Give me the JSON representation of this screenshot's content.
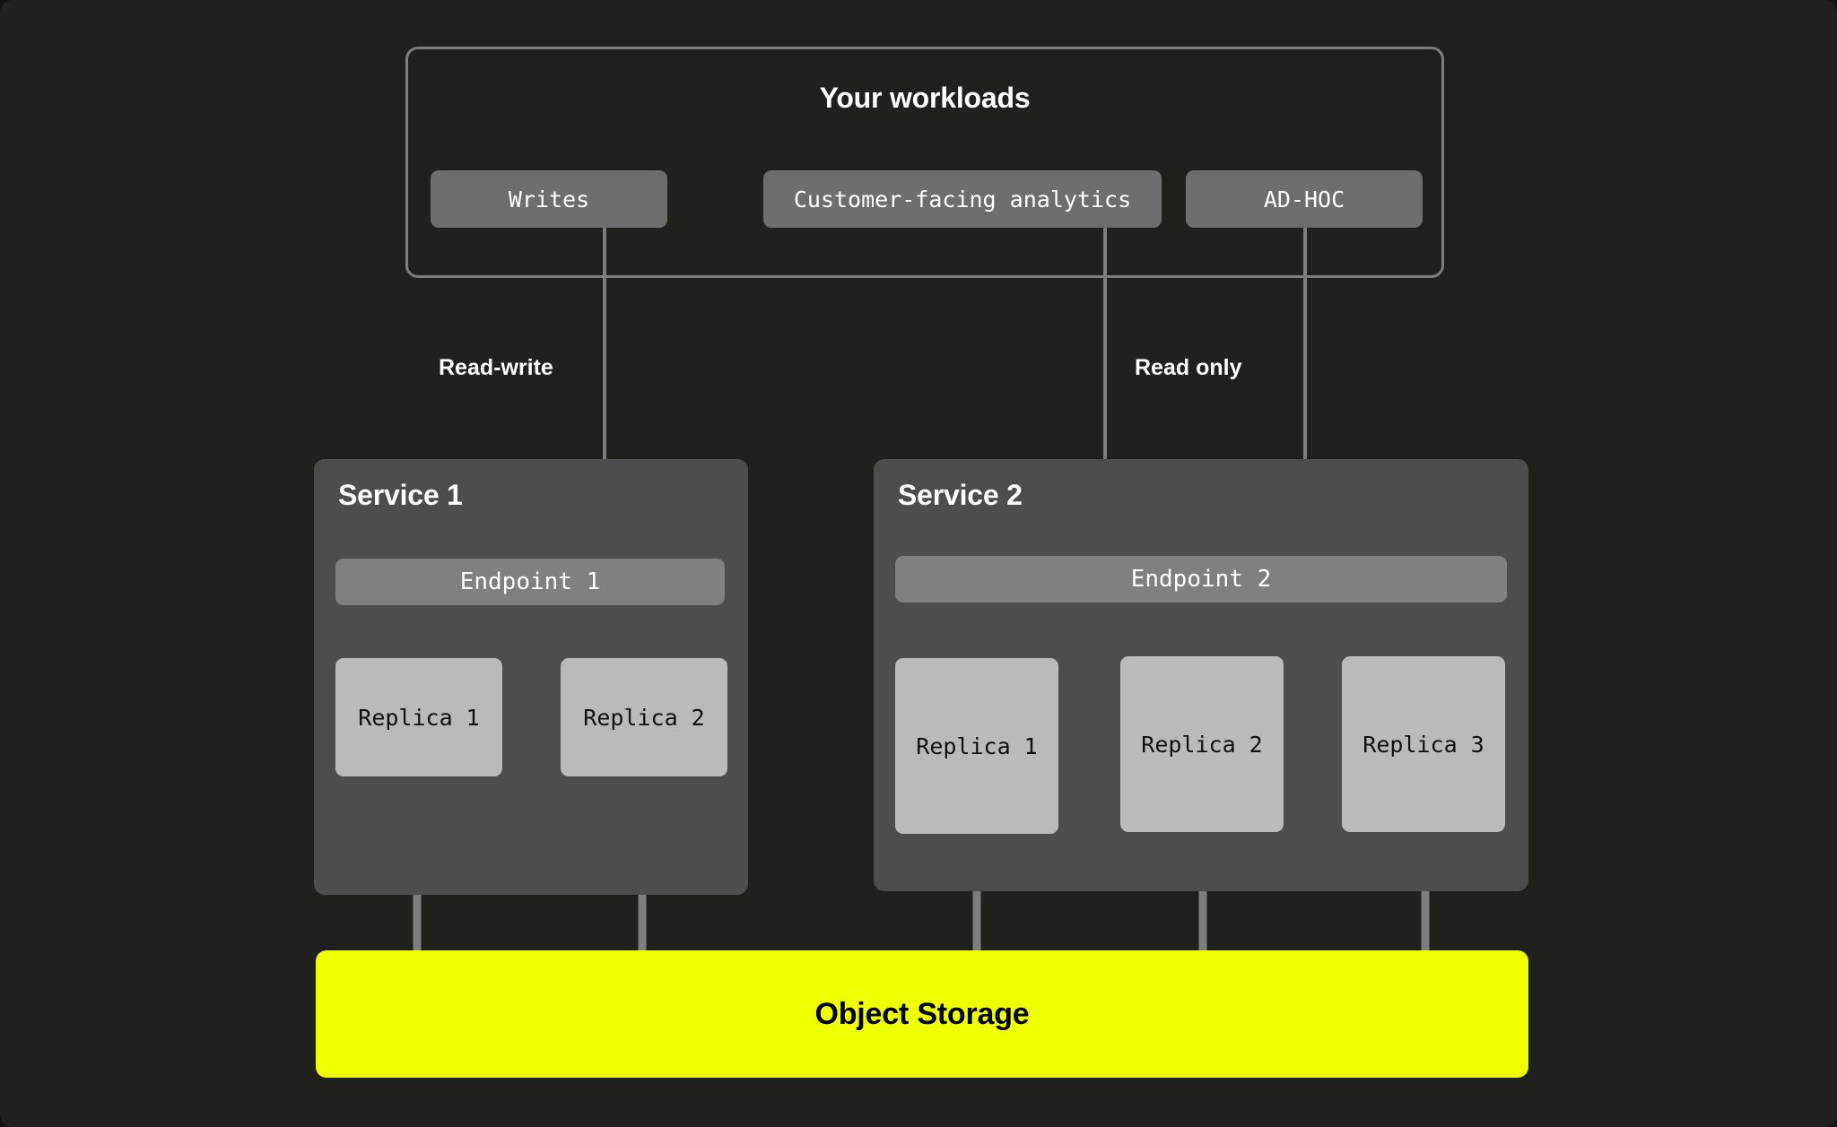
{
  "diagram": {
    "background_color": "#20211C",
    "workloads": {
      "title": "Your workloads",
      "border_color": "#7E7E7E",
      "boxes": [
        {
          "label": "Writes"
        },
        {
          "label": "Customer-facing analytics"
        },
        {
          "label": "AD-HOC"
        }
      ]
    },
    "edge_labels": {
      "read_write": "Read-write",
      "read_only": "Read only"
    },
    "services": [
      {
        "title": "Service 1",
        "endpoint": "Endpoint 1",
        "replicas": [
          {
            "label": "Replica 1"
          },
          {
            "label": "Replica 2"
          }
        ]
      },
      {
        "title": "Service 2",
        "endpoint": "Endpoint 2",
        "replicas": [
          {
            "label": "Replica 1"
          },
          {
            "label": "Replica 2"
          },
          {
            "label": "Replica 3"
          }
        ]
      }
    ],
    "storage": {
      "label": "Object Storage",
      "color": "#EEFF00",
      "text_color": "#000000"
    },
    "connector_color": "#7E7E7E"
  }
}
